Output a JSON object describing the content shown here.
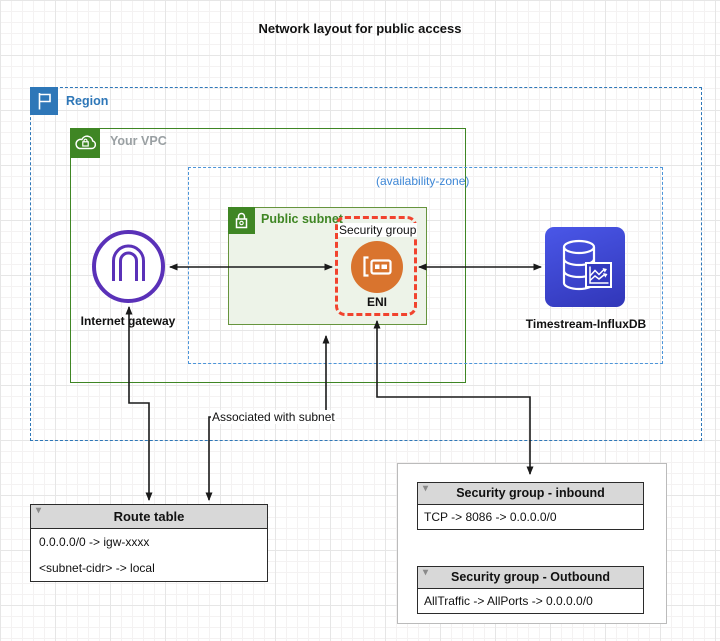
{
  "title": "Network layout for public access",
  "region": {
    "label": "Region"
  },
  "vpc": {
    "label": "Your VPC"
  },
  "availability_zone": {
    "label": "(availability-zone)"
  },
  "subnet": {
    "label": "Public subnet"
  },
  "security_group": {
    "label": "Security group"
  },
  "eni": {
    "label": "ENI"
  },
  "internet_gateway": {
    "label": "Internet gateway"
  },
  "timestream": {
    "label": "Timestream-InfluxDB"
  },
  "association": {
    "label": "Associated with subnet"
  },
  "route_table": {
    "title": "Route table",
    "rows": [
      "0.0.0.0/0 -> igw-xxxx",
      "<subnet-cidr> -> local"
    ]
  },
  "sg_inbound": {
    "title": "Security group - inbound",
    "rows": [
      "TCP -> 8086 -> 0.0.0.0/0"
    ]
  },
  "sg_outbound": {
    "title": "Security group - Outbound",
    "rows": [
      "AllTraffic -> AllPorts -> 0.0.0.0/0"
    ]
  },
  "icons": {
    "collapse": "▾"
  },
  "colors": {
    "region_blue": "#2E77B8",
    "az_blue": "#4C95D9",
    "vpc_green": "#3F8624",
    "subnet_border": "#66943D",
    "subnet_fill": "#EDF3E8",
    "sg_red": "#F1432E",
    "eni_orange": "#D9742E",
    "igw_purple": "#5A31B8",
    "timestream_blue_1": "#4A57E8",
    "timestream_blue_2": "#3136B8",
    "table_header_gray": "#D8D8D8",
    "connector_black": "#1A1A1A"
  }
}
